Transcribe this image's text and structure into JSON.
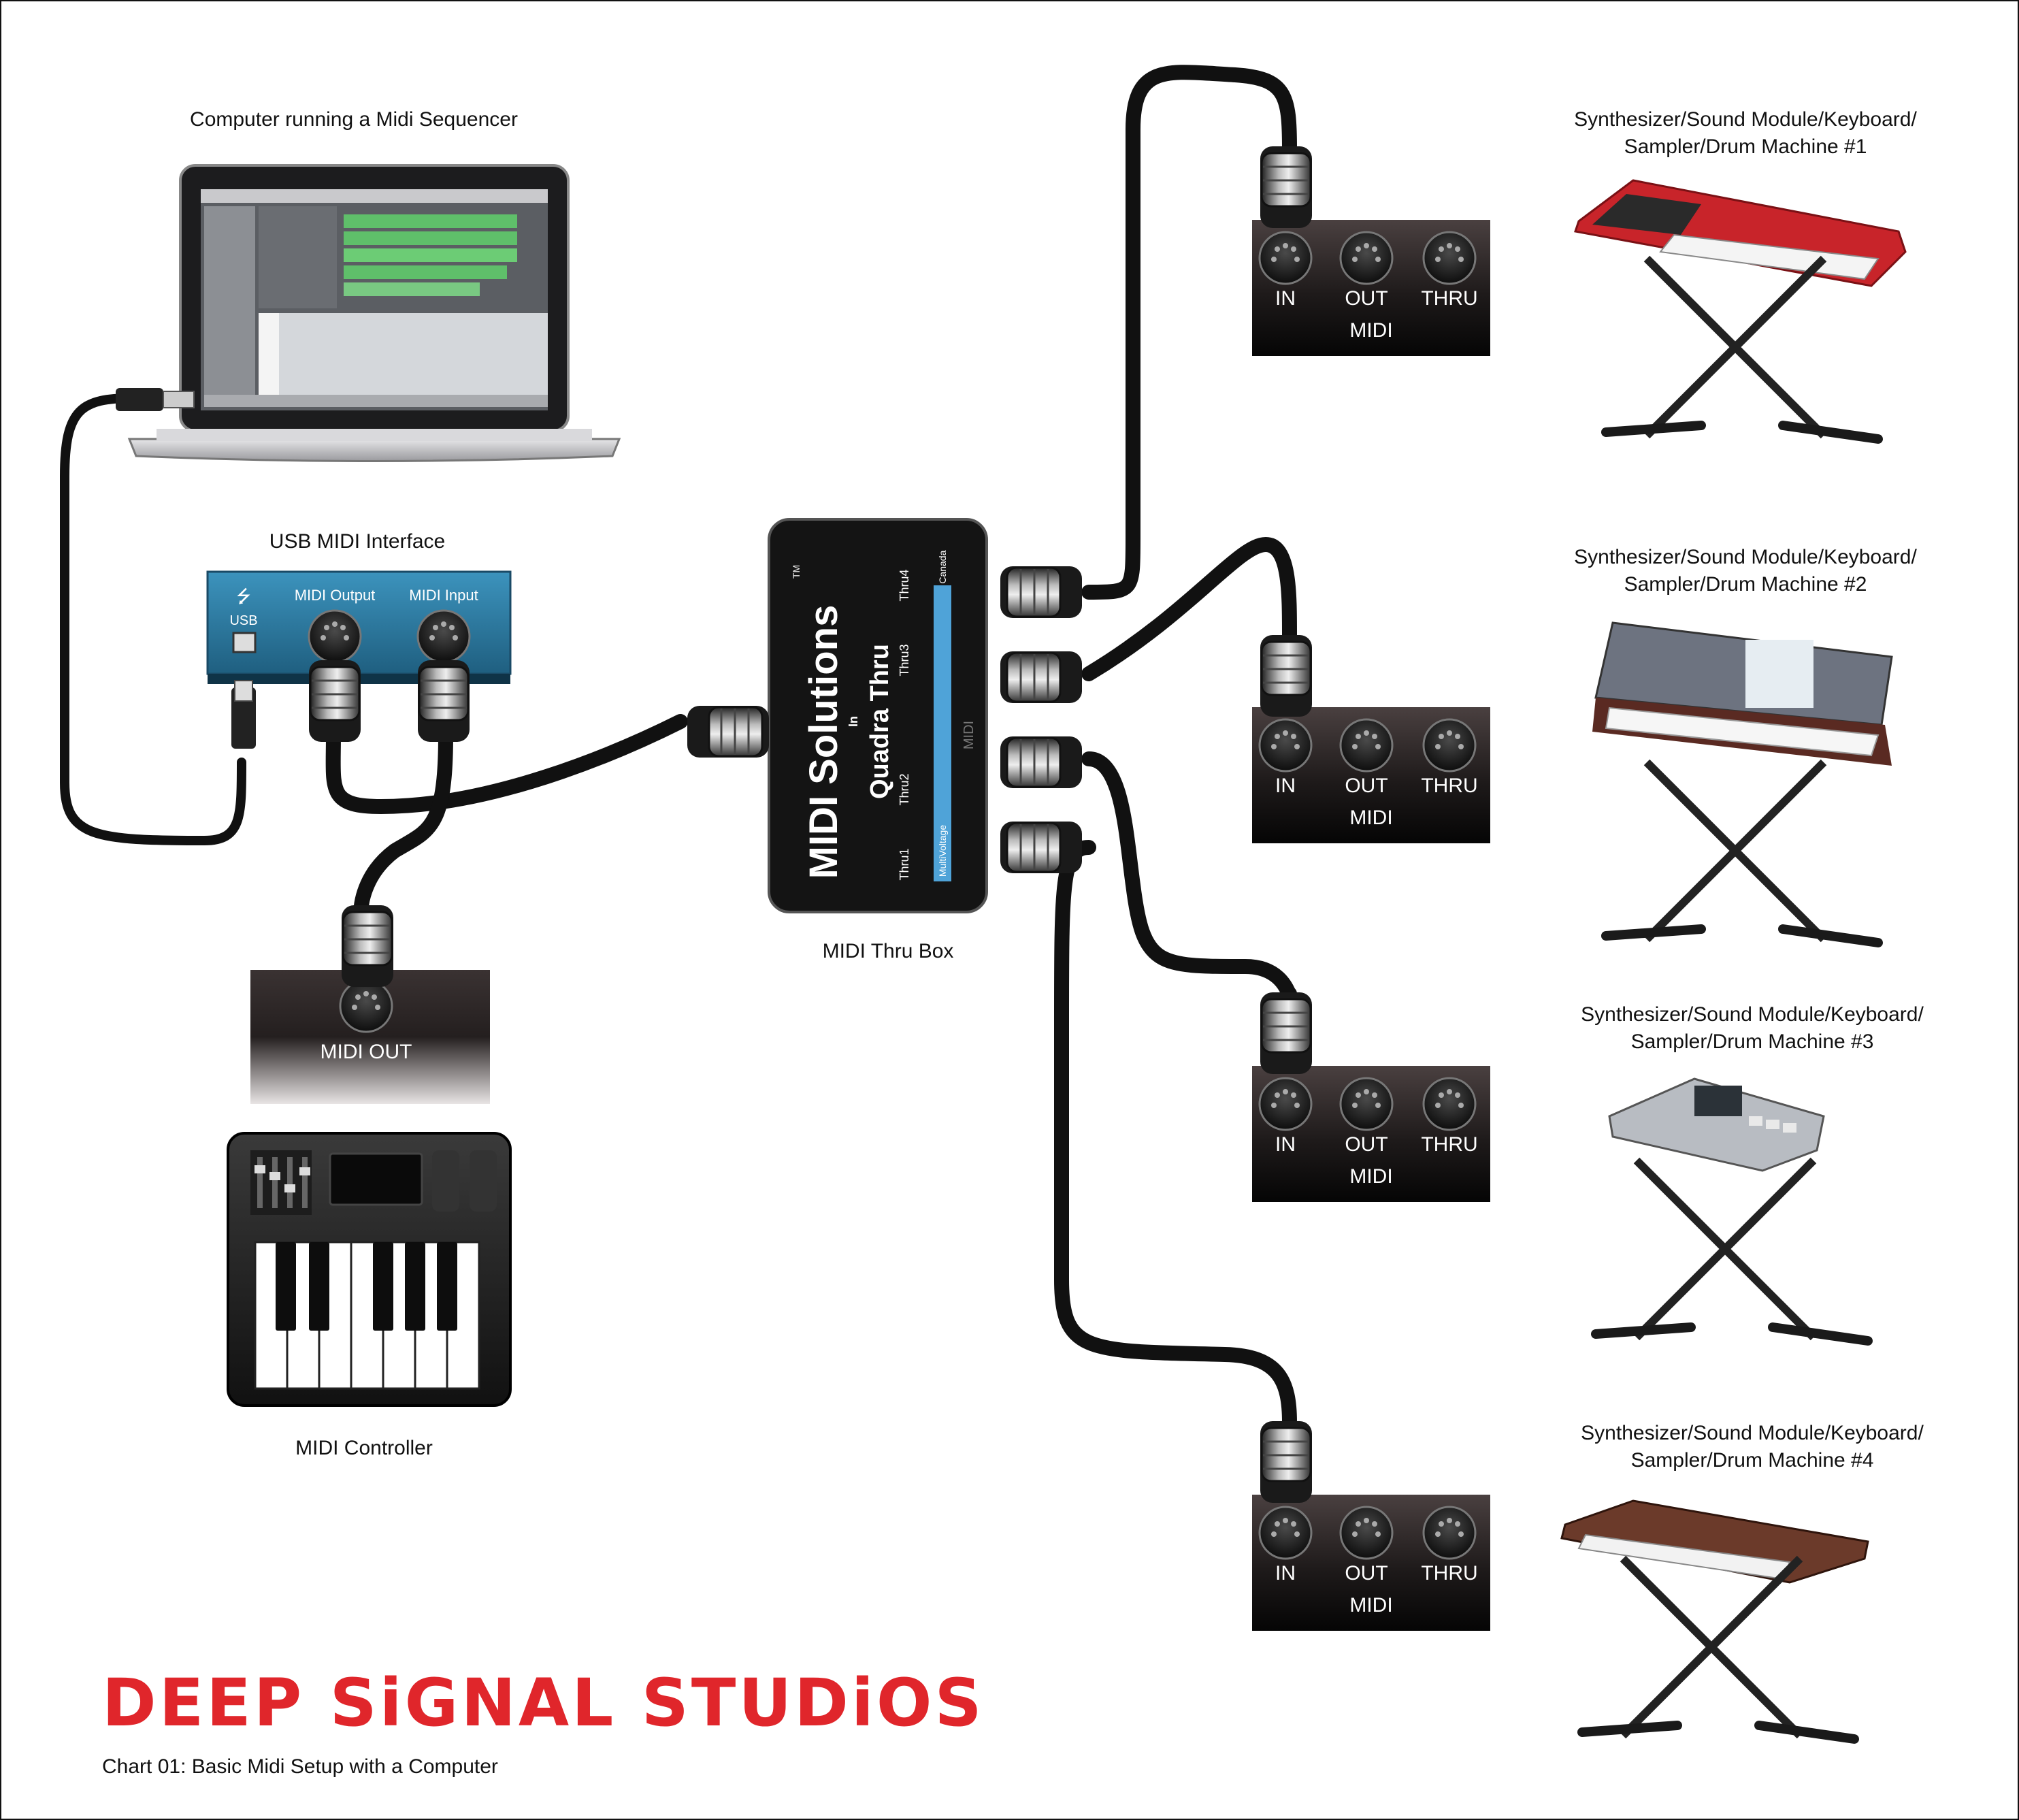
{
  "labels": {
    "computer": "Computer running a Midi Sequencer",
    "usb_interface": "USB MIDI Interface",
    "thru_box": "MIDI Thru Box",
    "controller": "MIDI Controller",
    "midi_out_box": "MIDI OUT"
  },
  "usb_interface": {
    "usb": "USB",
    "midi_output": "MIDI Output",
    "midi_input": "MIDI Input"
  },
  "thru_box_device": {
    "brand": "MIDI Solutions",
    "model": "Quadra Thru",
    "port_in": "In",
    "thru1": "Thru1",
    "thru2": "Thru2",
    "thru3": "Thru3",
    "thru4": "Thru4",
    "made_in": "Made in Canada",
    "strip": "MultiVoltage",
    "badge": "MIDI",
    "tm": "TM"
  },
  "port_box": {
    "in": "IN",
    "out": "OUT",
    "thru": "THRU",
    "midi": "MIDI"
  },
  "instruments": [
    {
      "line1": "Synthesizer/Sound Module/Keyboard/",
      "line2": "Sampler/Drum Machine #1"
    },
    {
      "line1": "Synthesizer/Sound Module/Keyboard/",
      "line2": "Sampler/Drum Machine #2"
    },
    {
      "line1": "Synthesizer/Sound Module/Keyboard/",
      "line2": "Sampler/Drum Machine #3"
    },
    {
      "line1": "Synthesizer/Sound Module/Keyboard/",
      "line2": "Sampler/Drum Machine #4"
    }
  ],
  "footer": {
    "brand": "DEEP SiGNAL STUDiOS",
    "caption": "Chart 01: Basic Midi Setup with a Computer"
  },
  "colors": {
    "brand_red": "#e0262b",
    "interface_blue": "#2e7fa6",
    "cable": "#111111",
    "synth1_red": "#c8242a",
    "keyboard_wood": "#6b3a2a",
    "thru_strip_blue": "#4fa3d8"
  }
}
